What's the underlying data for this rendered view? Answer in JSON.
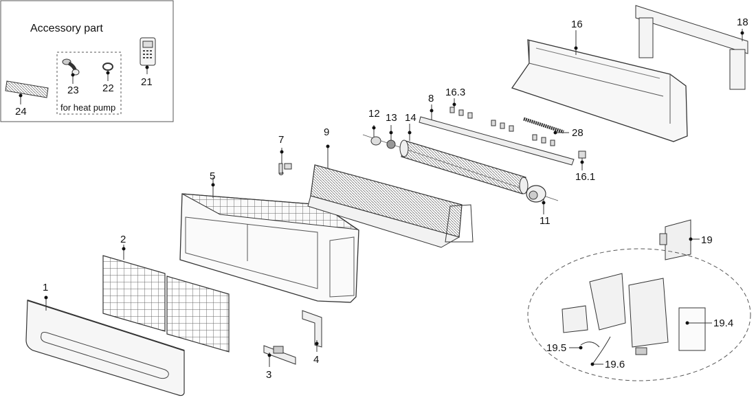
{
  "accessory": {
    "title": "Accessory part",
    "heat_pump_note": "for heat pump"
  },
  "labels": [
    "1",
    "2",
    "3",
    "4",
    "5",
    "7",
    "8",
    "9",
    "11",
    "12",
    "13",
    "14",
    "16",
    "16.1",
    "16.3",
    "18",
    "19",
    "19.4",
    "19.5",
    "19.6",
    "21",
    "22",
    "23",
    "24",
    "28"
  ],
  "colors": {
    "line": "#333333",
    "hatch": "#888888",
    "fill": "#f2f2f2"
  }
}
